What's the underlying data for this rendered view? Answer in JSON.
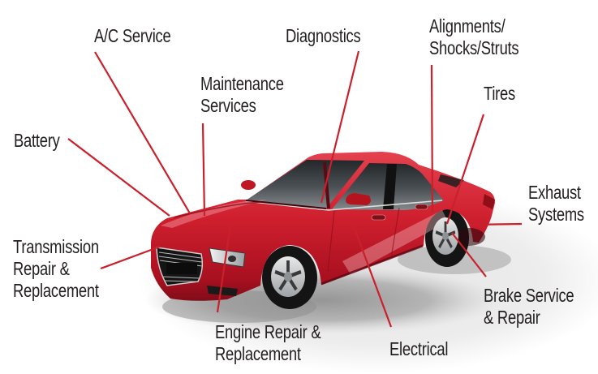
{
  "diagram": {
    "subject": "car-service-areas",
    "colors": {
      "leader_line": "#c9202b",
      "label_text": "#231f20",
      "car_body_red": "#cf1f2e"
    },
    "labels": [
      {
        "id": "battery",
        "text": "Battery"
      },
      {
        "id": "ac-service",
        "text": "A/C Service"
      },
      {
        "id": "maintenance",
        "text": "Maintenance\nServices"
      },
      {
        "id": "diagnostics",
        "text": "Diagnostics"
      },
      {
        "id": "alignments",
        "text": "Alignments/\nShocks/Struts"
      },
      {
        "id": "tires",
        "text": "Tires"
      },
      {
        "id": "exhaust",
        "text": "Exhaust\nSystems"
      },
      {
        "id": "transmission",
        "text": "Transmission\nRepair &\nReplacement"
      },
      {
        "id": "engine",
        "text": "Engine Repair &\nReplacement"
      },
      {
        "id": "electrical",
        "text": "Electrical"
      },
      {
        "id": "brake",
        "text": "Brake Service\n& Repair"
      }
    ]
  }
}
